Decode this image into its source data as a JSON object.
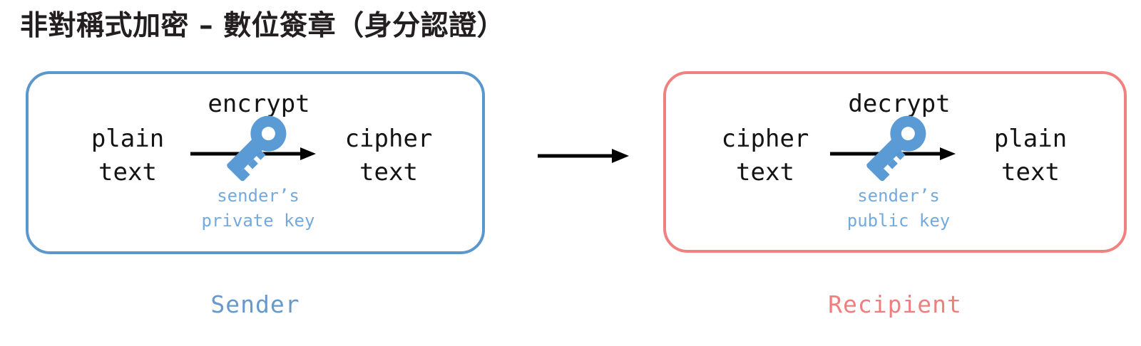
{
  "page": {
    "title": "非對稱式加密 – 數位簽章（身分認證）",
    "background_color": "#ffffff"
  },
  "colors": {
    "sender_border": "#5b96cc",
    "recipient_border": "#ef8181",
    "key_blue": "#5b9bd5",
    "key_label_blue": "#74aadb",
    "sender_caption": "#6699cc",
    "recipient_caption": "#ef7f7f",
    "arrow_black": "#000000",
    "text_black": "#141414"
  },
  "panels": [
    {
      "id": "sender",
      "role_caption": "Sender",
      "input_text": "plain\ntext",
      "operation_label": "encrypt",
      "key_label": "sender’s\nprivate key",
      "output_text": "cipher\ntext",
      "border_color": "#5b96cc"
    },
    {
      "id": "recipient",
      "role_caption": "Recipient",
      "input_text": "cipher\ntext",
      "operation_label": "decrypt",
      "key_label": "sender’s\npublic key",
      "output_text": "plain\ntext",
      "border_color": "#ef8181"
    }
  ],
  "middle_arrow": {
    "direction": "right",
    "label": ""
  },
  "icons": {
    "key": "key-icon",
    "arrow_right": "arrow-right-icon"
  }
}
